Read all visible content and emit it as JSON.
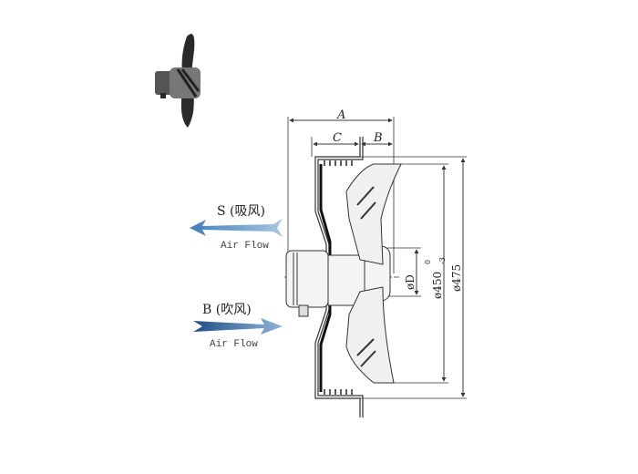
{
  "diagram": {
    "dimensions": {
      "a": "A",
      "b": "B",
      "c": "C",
      "d": "øD",
      "d450": "ø450",
      "d450_tol_upper": "0",
      "d450_tol_lower": "-3",
      "d475": "ø475"
    },
    "suction": {
      "label": "S (吸风)",
      "sub": "Air Flow"
    },
    "blowing": {
      "label": "B (吹风)",
      "sub": "Air Flow"
    },
    "colors": {
      "arrow_light": "#6a9cc8",
      "arrow_dark": "#2a5f96",
      "line": "#333333",
      "fan_icon": "#2a2a2a"
    }
  }
}
